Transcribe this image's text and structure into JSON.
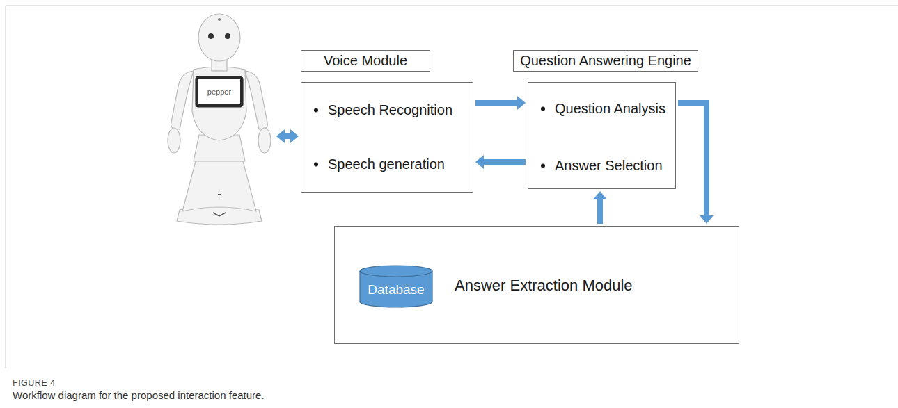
{
  "diagram": {
    "caption": "Workflow diagram for the proposed interaction feature.",
    "nodes": [
      {
        "text": [
          "pepper"
        ]
      },
      {
        "text": [
          "Voice Module",
          "Speech Recognition",
          "Speech generation"
        ]
      },
      {
        "text": [
          "Question Answering Engine",
          "Question Analysis",
          "Answer Selection"
        ]
      },
      {
        "text": [
          "Answer Extraction Module"
        ]
      },
      {
        "text": [
          "Database"
        ],
        "in": 3
      }
    ],
    "edges": [
      {
        "from": 0,
        "to": 1,
        "arrow": "both"
      },
      {
        "from": 1,
        "to": 2,
        "arrow": "to"
      },
      {
        "from": 2,
        "to": 1,
        "arrow": "to"
      },
      {
        "from": 2,
        "to": 3,
        "arrow": "to"
      },
      {
        "from": 3,
        "to": 2,
        "arrow": "to"
      }
    ],
    "labels": [
      "FIGURE 4"
    ]
  }
}
